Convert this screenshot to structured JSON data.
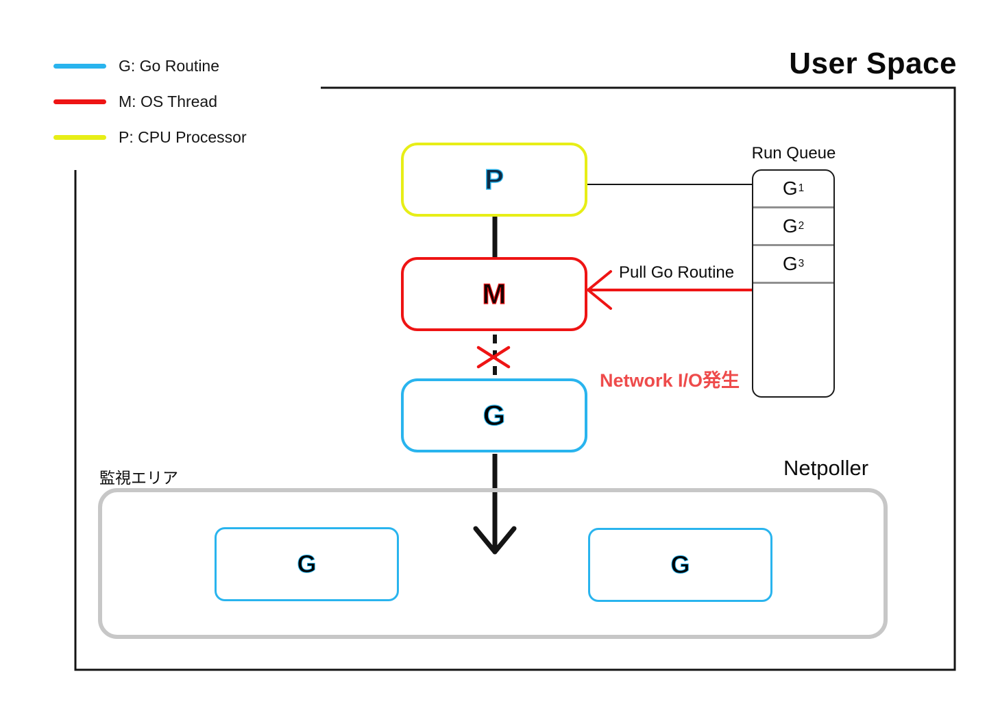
{
  "title": "User Space",
  "legend": {
    "items": [
      {
        "label": "G: Go Routine"
      },
      {
        "label": "M: OS Thread"
      },
      {
        "label": "P: CPU Processor"
      }
    ]
  },
  "nodes": {
    "p": {
      "label": "P"
    },
    "m": {
      "label": "M"
    },
    "g": {
      "label": "G"
    },
    "netpoller_g_left": {
      "label": "G"
    },
    "netpoller_g_right": {
      "label": "G"
    }
  },
  "run_queue": {
    "title": "Run Queue",
    "items": [
      {
        "label": "G",
        "sub": "1"
      },
      {
        "label": "G",
        "sub": "2"
      },
      {
        "label": "G",
        "sub": "3"
      }
    ]
  },
  "labels": {
    "pull_go_routine": "Pull Go Routine",
    "network_io": "Network I/O発生",
    "netpoller": "Netpoller",
    "monitor_area": "監視エリア"
  },
  "colors": {
    "goroutine": "#29b4ee",
    "thread": "#ee1414",
    "processor": "#e7ee17",
    "alert": "#ee4b4b",
    "area-border": "#c7c7c7",
    "divider": "#8f8f8f",
    "ink": "#141414"
  }
}
